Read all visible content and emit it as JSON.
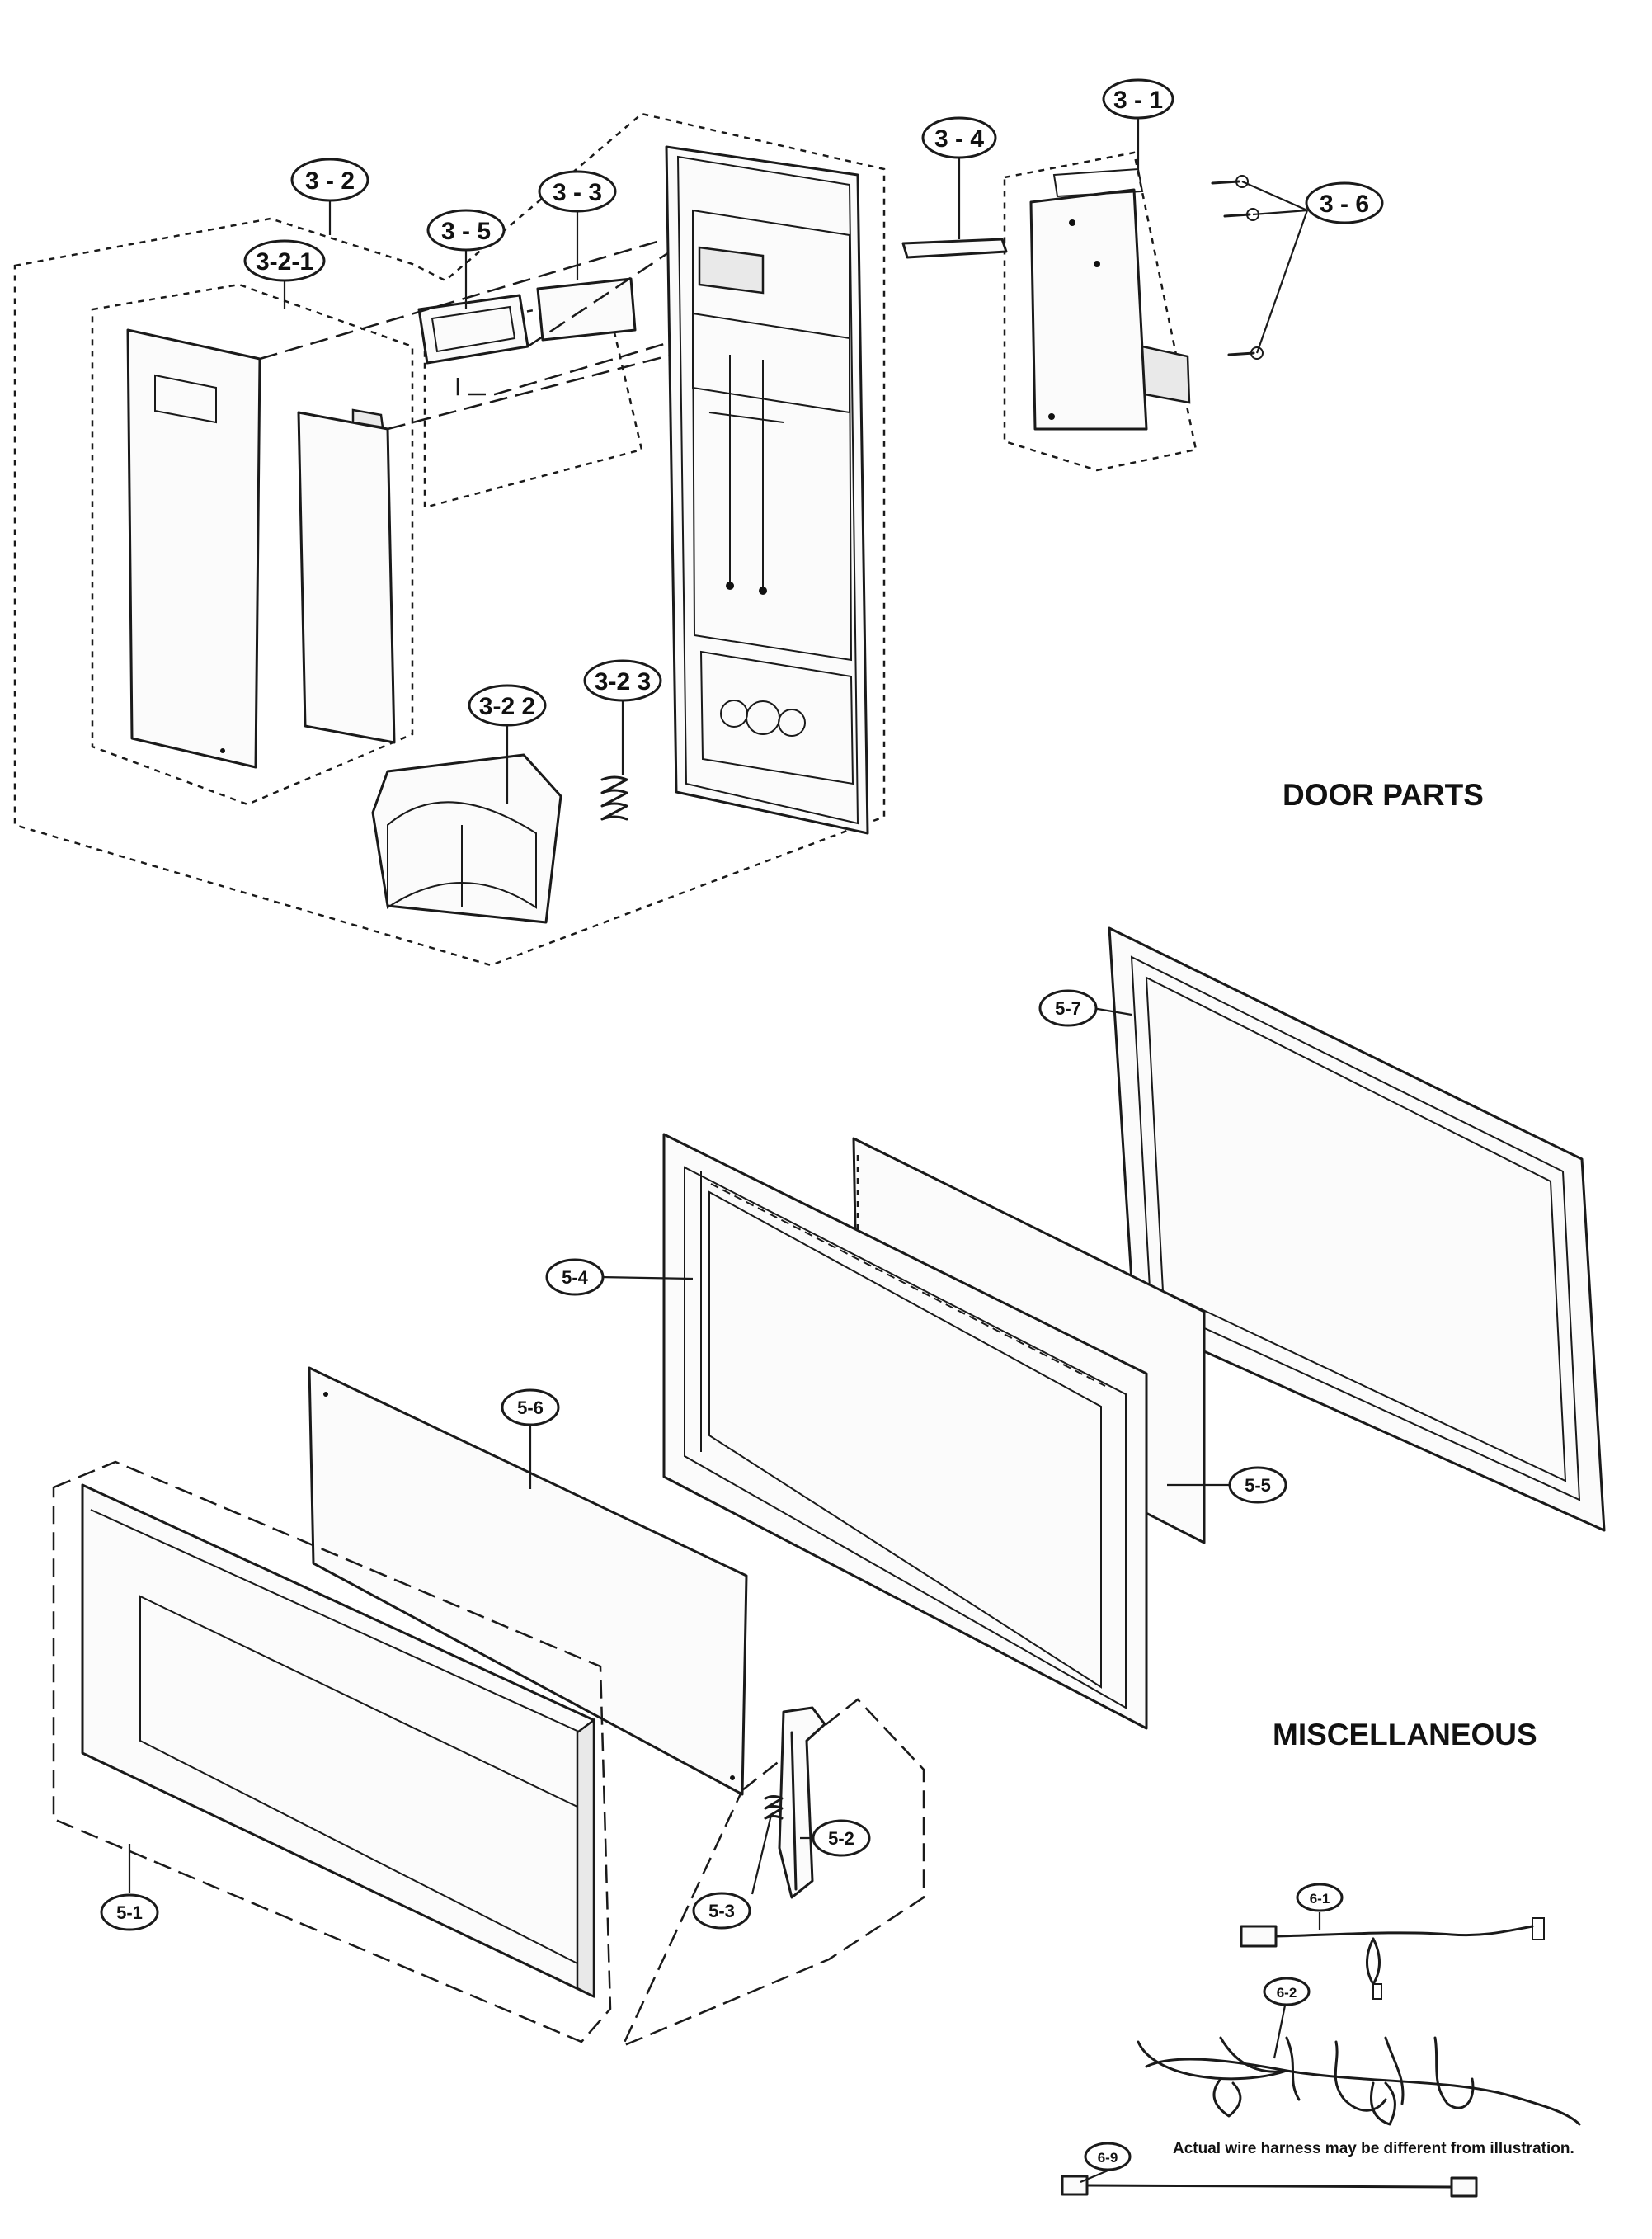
{
  "headings": {
    "door_parts": "DOOR PARTS",
    "miscellaneous": "MISCELLANEOUS"
  },
  "callouts": {
    "c3_1": "3 - 1",
    "c3_2": "3 - 2",
    "c3_2_1": "3-2-1",
    "c3_2_2": "3-2 2",
    "c3_2_3": "3-2 3",
    "c3_3": "3 - 3",
    "c3_4": "3 - 4",
    "c3_5": "3 - 5",
    "c3_6": "3 - 6",
    "c5_1": "5-1",
    "c5_2": "5-2",
    "c5_3": "5-3",
    "c5_4": "5-4",
    "c5_5": "5-5",
    "c5_6": "5-6",
    "c5_7": "5-7",
    "c6_1": "6-1",
    "c6_2": "6-2",
    "c6_9": "6-9"
  },
  "note": "Actual wire harness may be different from illustration."
}
